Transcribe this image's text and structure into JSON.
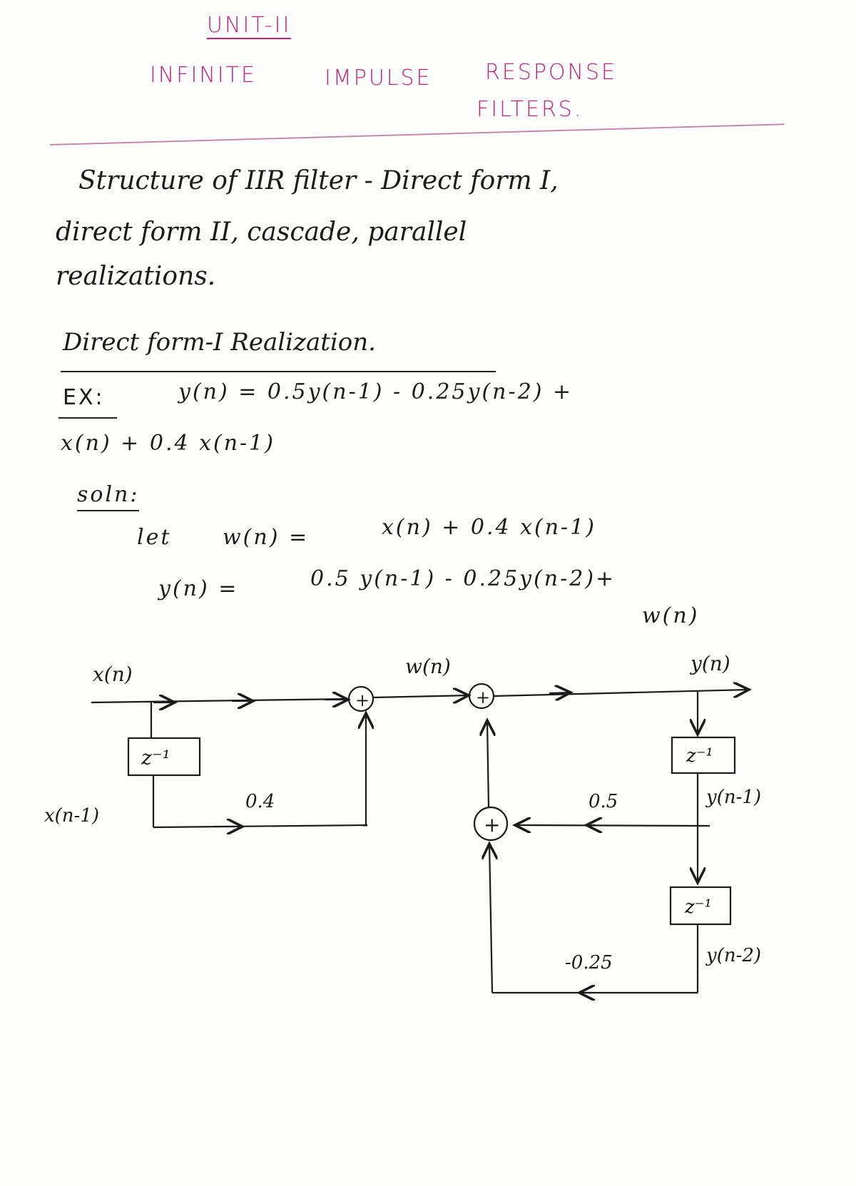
{
  "header": {
    "unit": "UNIT-II",
    "title_line1_words": [
      "INFINITE",
      "IMPULSE",
      "RESPONSE"
    ],
    "title_line2": "FILTERS."
  },
  "intro": {
    "line1a": "Structure of IIR filter - Direct form I,",
    "line2": "direct form II, cascade, parallel",
    "line3": "realizations."
  },
  "section": {
    "heading": "Direct form-I Realization."
  },
  "example": {
    "label": "EX:",
    "eq_line1": "y(n) = 0.5y(n-1) - 0.25y(n-2) +",
    "eq_line2": "x(n) + 0.4 x(n-1)"
  },
  "solution": {
    "label": "soln:",
    "let": "let",
    "w_def_lhs": "w(n) =",
    "w_def_rhs": "x(n) + 0.4 x(n-1)",
    "y_def_lhs": "y(n) =",
    "y_def_rhs": "0.5 y(n-1) - 0.25y(n-2)+",
    "y_def_tail": "w(n)"
  },
  "diagram": {
    "x_n": "x(n)",
    "w_n": "w(n)",
    "y_n": "y(n)",
    "x_n1": "x(n-1)",
    "y_n1": "y(n-1)",
    "y_n2": "y(n-2)",
    "delay": "z⁻¹",
    "gain_04": "0.4",
    "gain_05": "0.5",
    "gain_025": "-0.25",
    "adder": "+"
  }
}
